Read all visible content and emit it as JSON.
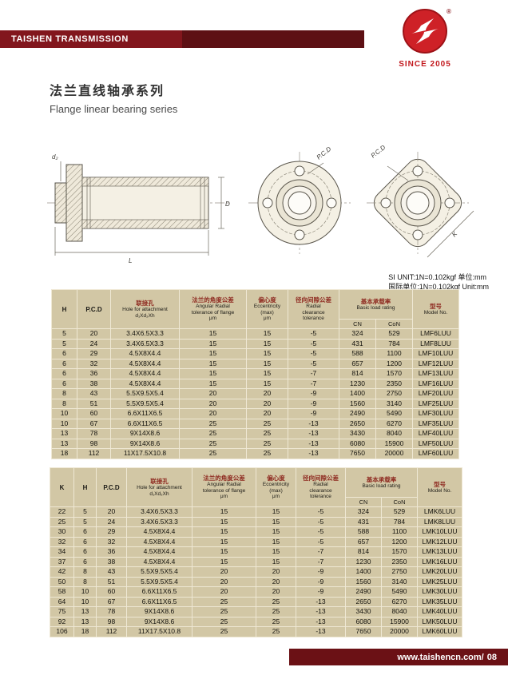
{
  "header": {
    "brand": "TAISHEN TRANSMISSION",
    "since": "SINCE 2005",
    "registered": "®"
  },
  "title": {
    "zh": "法兰直线轴承系列",
    "en": "Flange linear bearing series"
  },
  "drawings": {
    "d2_label": "d₂",
    "outer_dia_label": "D",
    "length_label": "L",
    "pcd_label": "P.C.D",
    "k_label": "K"
  },
  "units": {
    "line1": "SI UNIT:1N=0.102kgf  单位:mm",
    "line2": "国际单位:1N=0.102kgf  Unit:mm"
  },
  "tables": {
    "headers": {
      "k": "K",
      "h": "H",
      "pcd": "P.C.D",
      "hole_zh": "联接孔",
      "hole_en": "Hole for attachment",
      "hole_sub": "d₁Xd₂Xh",
      "flange_zh": "法兰的角度公差",
      "flange_en1": "Angular Radial",
      "flange_en2": "tolerance of flange",
      "flange_unit": "μm",
      "ecc_zh": "偏心度",
      "ecc_en": "Eccentricity",
      "ecc_max": "(max)",
      "ecc_unit": "μm",
      "radial_zh": "径向间隙公差",
      "radial_en1": "Radial",
      "radial_en2": "clearance",
      "radial_en3": "tolerance",
      "load_zh": "基本承载率",
      "load_en": "Basic load rating",
      "cn": "CN",
      "con": "CoN",
      "model_zh": "型号",
      "model_en": "Model No."
    },
    "flange": {
      "rows": [
        [
          "5",
          "20",
          "3.4X6.5X3.3",
          "15",
          "15",
          "-5",
          "324",
          "529",
          "LMF6LUU"
        ],
        [
          "5",
          "24",
          "3.4X6.5X3.3",
          "15",
          "15",
          "-5",
          "431",
          "784",
          "LMF8LUU"
        ],
        [
          "6",
          "29",
          "4.5X8X4.4",
          "15",
          "15",
          "-5",
          "588",
          "1100",
          "LMF10LUU"
        ],
        [
          "6",
          "32",
          "4.5X8X4.4",
          "15",
          "15",
          "-5",
          "657",
          "1200",
          "LMF12LUU"
        ],
        [
          "6",
          "36",
          "4.5X8X4.4",
          "15",
          "15",
          "-7",
          "814",
          "1570",
          "LMF13LUU"
        ],
        [
          "6",
          "38",
          "4.5X8X4.4",
          "15",
          "15",
          "-7",
          "1230",
          "2350",
          "LMF16LUU"
        ],
        [
          "8",
          "43",
          "5.5X9.5X5.4",
          "20",
          "20",
          "-9",
          "1400",
          "2750",
          "LMF20LUU"
        ],
        [
          "8",
          "51",
          "5.5X9.5X5.4",
          "20",
          "20",
          "-9",
          "1560",
          "3140",
          "LMF25LUU"
        ],
        [
          "10",
          "60",
          "6.6X11X6.5",
          "20",
          "20",
          "-9",
          "2490",
          "5490",
          "LMF30LUU"
        ],
        [
          "10",
          "67",
          "6.6X11X6.5",
          "25",
          "25",
          "-13",
          "2650",
          "6270",
          "LMF35LUU"
        ],
        [
          "13",
          "78",
          "9X14X8.6",
          "25",
          "25",
          "-13",
          "3430",
          "8040",
          "LMF40LUU"
        ],
        [
          "13",
          "98",
          "9X14X8.6",
          "25",
          "25",
          "-13",
          "6080",
          "15900",
          "LMF50LUU"
        ],
        [
          "18",
          "112",
          "11X17.5X10.8",
          "25",
          "25",
          "-13",
          "7650",
          "20000",
          "LMF60LUU"
        ]
      ]
    },
    "square": {
      "rows": [
        [
          "22",
          "5",
          "20",
          "3.4X6.5X3.3",
          "15",
          "15",
          "-5",
          "324",
          "529",
          "LMK6LUU"
        ],
        [
          "25",
          "5",
          "24",
          "3.4X6.5X3.3",
          "15",
          "15",
          "-5",
          "431",
          "784",
          "LMK8LUU"
        ],
        [
          "30",
          "6",
          "29",
          "4.5X8X4.4",
          "15",
          "15",
          "-5",
          "588",
          "1100",
          "LMK10LUU"
        ],
        [
          "32",
          "6",
          "32",
          "4.5X8X4.4",
          "15",
          "15",
          "-5",
          "657",
          "1200",
          "LMK12LUU"
        ],
        [
          "34",
          "6",
          "36",
          "4.5X8X4.4",
          "15",
          "15",
          "-7",
          "814",
          "1570",
          "LMK13LUU"
        ],
        [
          "37",
          "6",
          "38",
          "4.5X8X4.4",
          "15",
          "15",
          "-7",
          "1230",
          "2350",
          "LMK16LUU"
        ],
        [
          "42",
          "8",
          "43",
          "5.5X9.5X5.4",
          "20",
          "20",
          "-9",
          "1400",
          "2750",
          "LMK20LUU"
        ],
        [
          "50",
          "8",
          "51",
          "5.5X9.5X5.4",
          "20",
          "20",
          "-9",
          "1560",
          "3140",
          "LMK25LUU"
        ],
        [
          "58",
          "10",
          "60",
          "6.6X11X6.5",
          "20",
          "20",
          "-9",
          "2490",
          "5490",
          "LMK30LUU"
        ],
        [
          "64",
          "10",
          "67",
          "6.6X11X6.5",
          "25",
          "25",
          "-13",
          "2650",
          "6270",
          "LMK35LUU"
        ],
        [
          "75",
          "13",
          "78",
          "9X14X8.6",
          "25",
          "25",
          "-13",
          "3430",
          "8040",
          "LMK40LUU"
        ],
        [
          "92",
          "13",
          "98",
          "9X14X8.6",
          "25",
          "25",
          "-13",
          "6080",
          "15900",
          "LMK50LUU"
        ],
        [
          "106",
          "18",
          "112",
          "11X17.5X10.8",
          "25",
          "25",
          "-13",
          "7650",
          "20000",
          "LMK60LUU"
        ]
      ]
    }
  },
  "footer": {
    "url": "www.taishencn.com/",
    "page": "08"
  }
}
